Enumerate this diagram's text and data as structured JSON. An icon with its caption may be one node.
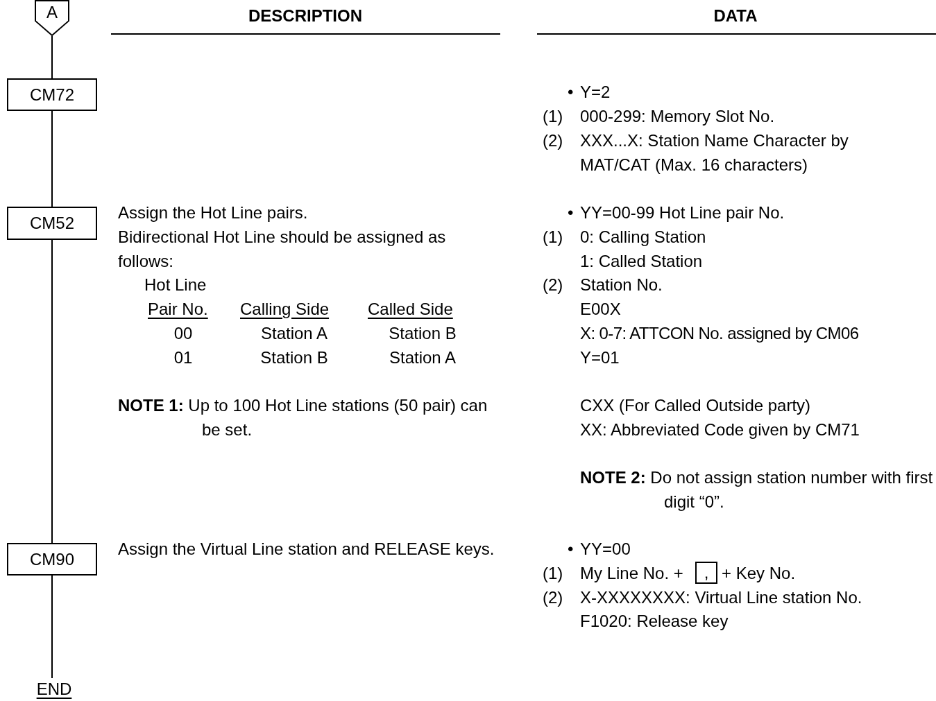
{
  "diagram": {
    "nodes": [
      {
        "text": [
          "A"
        ]
      },
      {
        "text": [
          "CM72"
        ]
      },
      {
        "text": [
          "CM52"
        ]
      },
      {
        "text": [
          "CM90"
        ]
      },
      {
        "text": [
          "END"
        ]
      }
    ],
    "edges": [
      {
        "from": 0,
        "to": 1,
        "arrow": "none"
      },
      {
        "from": 1,
        "to": 2,
        "arrow": "none"
      },
      {
        "from": 2,
        "to": 3,
        "arrow": "none"
      },
      {
        "from": 3,
        "to": 4,
        "arrow": "none"
      }
    ],
    "labels": [
      "DESCRIPTION",
      "DATA",
      "•",
      "Y=2",
      "(1)",
      "000-299: Memory Slot No.",
      "(2)",
      "XXX...X: Station Name Character by MAT/CAT (Max. 16 characters)",
      "Assign the Hot Line pairs.",
      "•",
      "YY=00-99 Hot Line pair No.",
      "Bidirectional Hot Line should be assigned as follows:",
      "(1)",
      "0: Calling Station",
      "1: Called Station",
      "Hot Line",
      "(2)",
      "Station No.",
      "Pair No.",
      "Calling Side",
      "Called Side",
      "E00X",
      "00",
      "Station A",
      "Station B",
      "X: 0-7: ATTCON No. assigned by CM06",
      "01",
      "Station B",
      "Station A",
      "Y=01",
      "**NOTE 1:** Up to 100 Hot Line stations (50 pair) can be set.",
      "CXX (For Called Outside party)",
      "XX: Abbreviated Code given by CM71",
      "**NOTE 2:** Do not assign station number with first digit “0”.",
      "Assign the Virtual Line station and RELEASE keys.",
      "•",
      "YY=00",
      "(1)",
      "My Line No. +",
      ",",
      "+ Key No.",
      "(2)",
      "X-XXXXXXXX: Virtual Line station No.",
      "F1020: Release key"
    ]
  }
}
